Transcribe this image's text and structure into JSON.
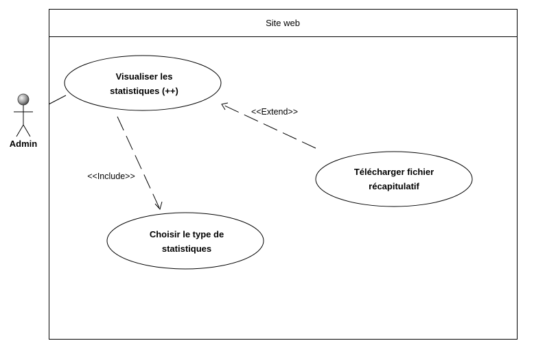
{
  "system": {
    "title": "Site web"
  },
  "actor": {
    "name": "Admin"
  },
  "use_cases": {
    "visualiser": {
      "line1": "Visualiser les",
      "line2": "statistiques (++)"
    },
    "choisir": {
      "line1": "Choisir le type de",
      "line2": "statistiques"
    },
    "telecharger": {
      "line1": "Télécharger fichier",
      "line2": "récapitulatif"
    }
  },
  "relations": {
    "include": "<<Include>>",
    "extend": "<<Extend>>"
  }
}
